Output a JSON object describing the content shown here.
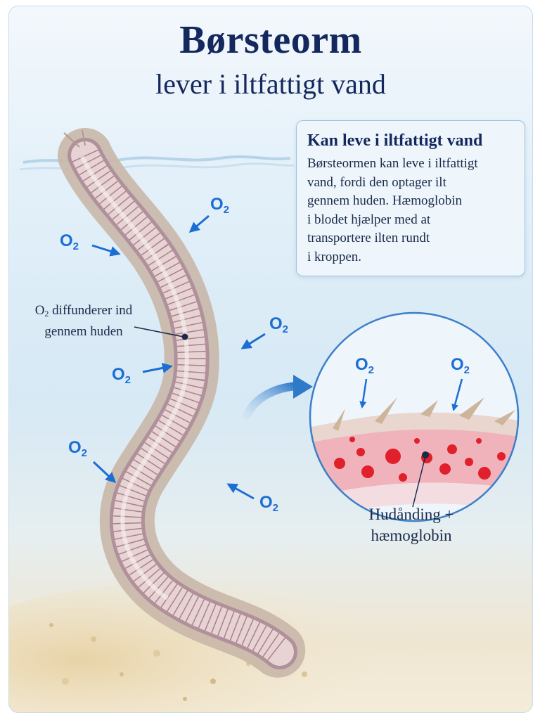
{
  "title": "Børsteorm",
  "subtitle": "lever i iltfattigt vand",
  "info_box": {
    "title": "Kan leve i iltfattigt vand",
    "lines": [
      "Børsteormen kan leve i iltfattigt",
      "vand, fordi den optager ilt",
      "gennem huden. Hæmoglobin",
      "i blodet hjælper med at",
      "transportere ilten rundt",
      "i kroppen."
    ]
  },
  "oxygen": {
    "symbol": "O",
    "subscript": "2"
  },
  "diffusion_label": {
    "lead": "O",
    "subscript": "2",
    "rest": " diffunderer ind",
    "line2": "gennem huden"
  },
  "inset_label": {
    "line1": "Hudånding +",
    "line2": "hæmoglobin"
  },
  "colors": {
    "title": "#14285e",
    "oxygen": "#1c6ed4",
    "worm_body": "#d9bfc0",
    "blood": "#e0202a",
    "water": "#d6e9f5",
    "sand": "#efe2c4"
  }
}
